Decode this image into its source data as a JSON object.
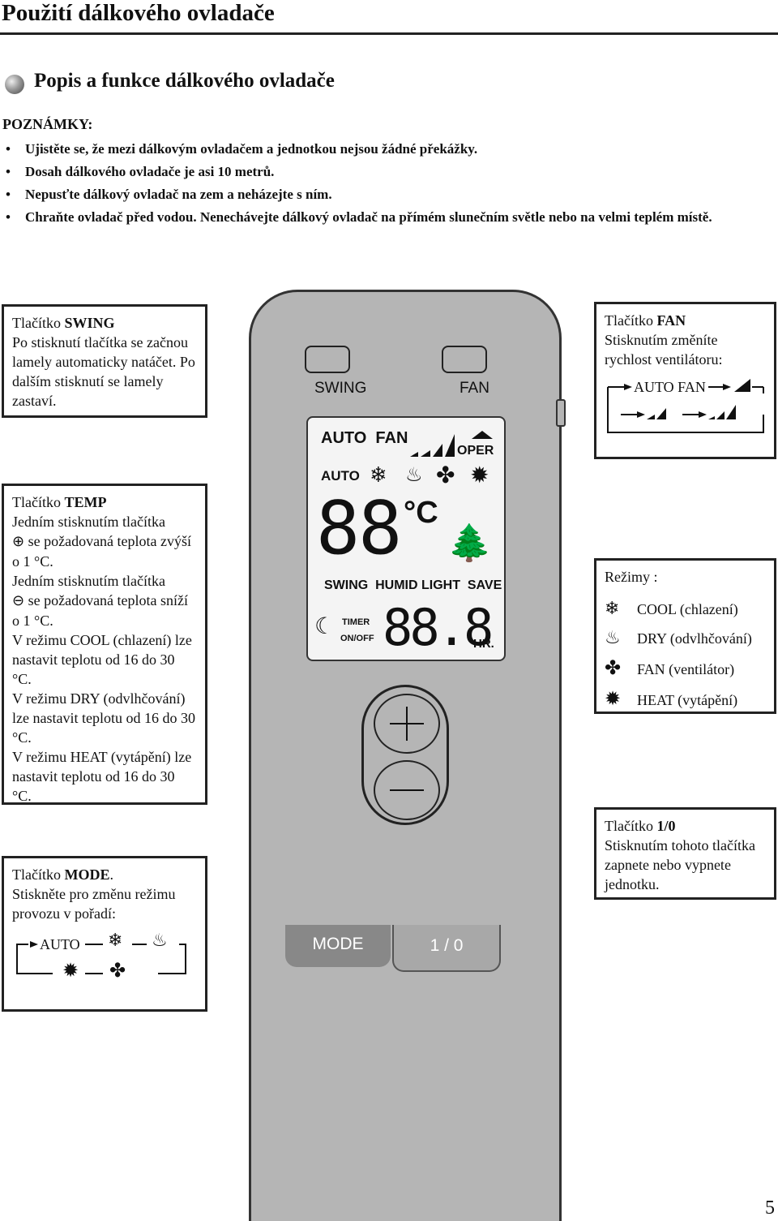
{
  "page": {
    "title": "Použití dálkového ovladače",
    "subtitle": "Popis a funkce dálkového ovladače",
    "page_number": "5"
  },
  "notes": {
    "heading": "POZNÁMKY:",
    "items": [
      "Ujistěte se, že mezi dálkovým ovladačem a jednotkou nejsou žádné překážky.",
      "Dosah dálkového ovladače je asi 10 metrů.",
      "Nepusťte dálkový ovladač na zem a neházejte s ním.",
      "Chraňte ovladač před vodou. Nenechávejte dálkový ovladač na přímém slunečním světle nebo na velmi teplém místě."
    ]
  },
  "swing_box": {
    "title_prefix": "Tlačítko ",
    "title_bold": "SWING",
    "text": "Po stisknutí tlačítka se začnou lamely automaticky natáčet. Po dalším stisknutí se lamely zastaví."
  },
  "fan_box": {
    "title_prefix": "Tlačítko ",
    "title_bold": "FAN",
    "text": "Stisknutím změníte rychlost ventilátoru:",
    "sequence": "AUTO FAN"
  },
  "temp_box": {
    "title_prefix": "Tlačítko ",
    "title_bold": "TEMP",
    "lines": [
      "Jedním stisknutím tlačítka",
      "se požadovaná teplota zvýší o 1 °C.",
      "Jedním stisknutím tlačítka",
      "se požadovaná teplota sníží o 1 °C.",
      "V režimu COOL (chlazení) lze nastavit teplotu od 16 do 30 °C.",
      "V režimu DRY (odvlhčování) lze nastavit teplotu od 16 do 30 °C.",
      "V režimu HEAT (vytápění) lze nastavit teplotu od 16 do 30 °C."
    ],
    "plus_symbol": "⊕",
    "minus_symbol": "⊖"
  },
  "modes_box": {
    "title": "Režimy :",
    "items": [
      {
        "icon": "snowflake-icon",
        "glyph": "❄",
        "label": "COOL (chlazení)"
      },
      {
        "icon": "dry-icon",
        "glyph": "♨",
        "label": "DRY (odvlhčování)"
      },
      {
        "icon": "fan-icon",
        "glyph": "✤",
        "label": "FAN (ventilátor)"
      },
      {
        "icon": "sun-icon",
        "glyph": "✹",
        "label": "HEAT (vytápění)"
      }
    ]
  },
  "mode_box": {
    "title_prefix": "Tlačítko ",
    "title_bold": "MODE",
    "title_suffix": ".",
    "text": "Stiskněte pro změnu režimu provozu v pořadí:",
    "sequence_start": "AUTO"
  },
  "onoff_box": {
    "title_prefix": "Tlačítko ",
    "title_bold": "1/0",
    "text": "Stisknutím tohoto tlačítka zapnete nebo vypnete jednotku."
  },
  "remote": {
    "swing_label": "SWING",
    "fan_label": "FAN",
    "mode_label": "MODE",
    "onoff_label": "1 / 0",
    "lcd": {
      "auto_fan": "AUTO  FAN",
      "oper": "OPER",
      "auto": "AUTO",
      "temp_digits": "88",
      "unit": "°C",
      "indicators": "SWING  HUMID LIGHT  SAVE",
      "timer": "TIMER",
      "onoff": "ON/OFF",
      "time_digits": "88.8",
      "hr": "HR."
    }
  }
}
